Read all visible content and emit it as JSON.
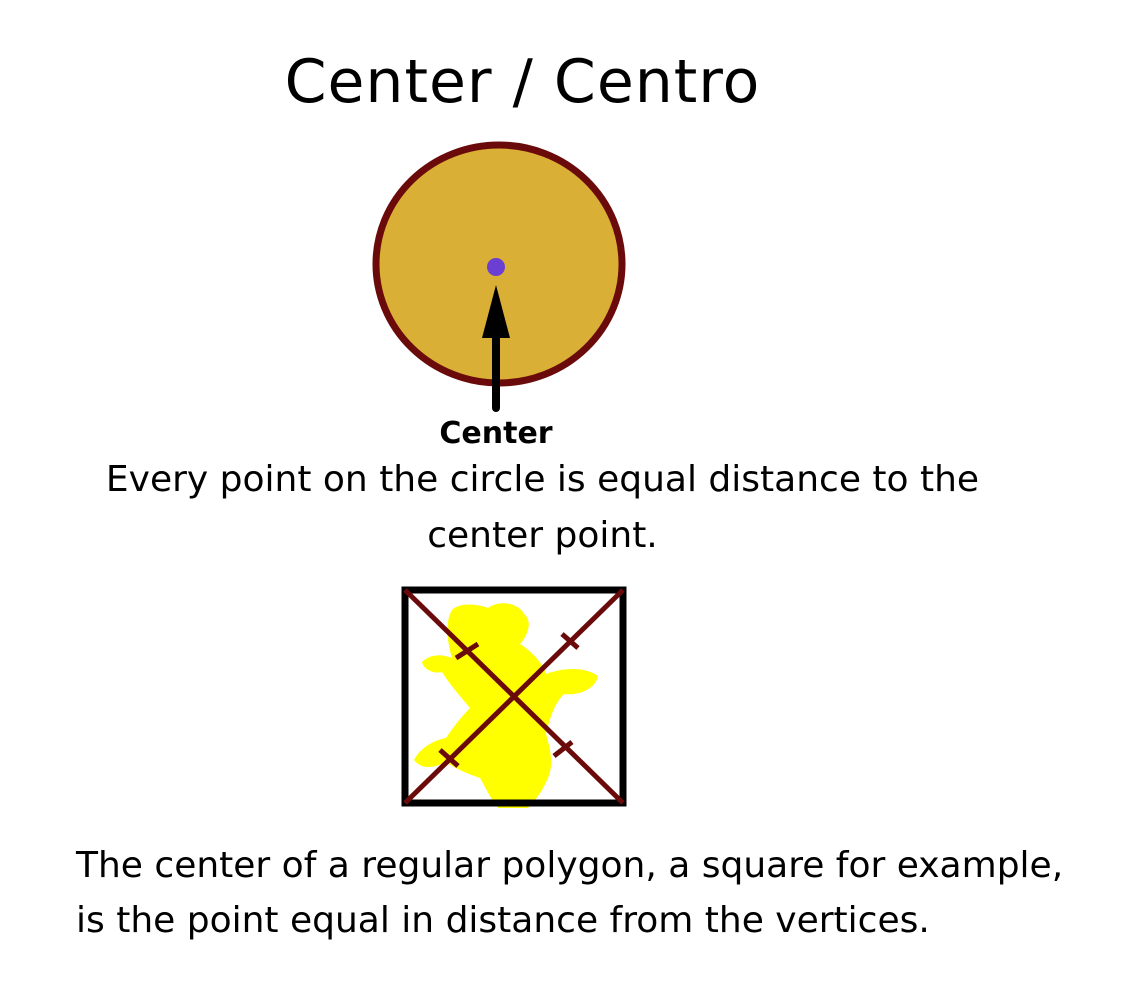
{
  "title": "Center / Centro",
  "circle_diagram": {
    "center_label": "Center",
    "fill_color": "#DAAF36",
    "stroke_color": "#6B0A0A",
    "center_point_color": "#6A3FD1",
    "arrow_color": "#000000"
  },
  "circle_description": "Every point on the circle is equal distance to the center point.",
  "square_diagram": {
    "frame_color": "#000000",
    "diagonal_color": "#6B0A0A",
    "figure_color": "#FFFF00"
  },
  "polygon_description": "The center of a regular polygon, a square for example, is the point equal in distance from the vertices."
}
